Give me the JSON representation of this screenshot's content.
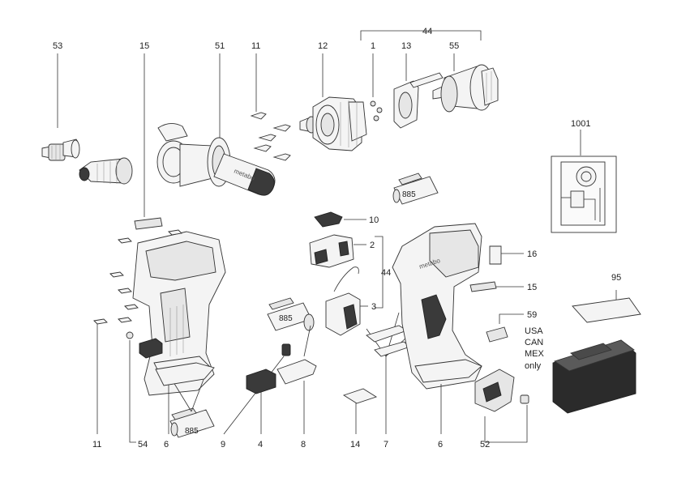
{
  "labels": {
    "l53": "53",
    "l15a": "15",
    "l51": "51",
    "l11a": "11",
    "l12": "12",
    "l1": "1",
    "l44a": "44",
    "l13": "13",
    "l55": "55",
    "l1001": "1001",
    "l10": "10",
    "l885a": "885",
    "l2": "2",
    "l44b": "44",
    "l3": "3",
    "l885b": "885",
    "l16": "16",
    "l15b": "15",
    "l95": "95",
    "l59": "59",
    "usa": "USA",
    "can": "CAN",
    "mex": "MEX",
    "only": "only",
    "l11b": "11",
    "l54": "54",
    "l6a": "6",
    "l885c": "885",
    "l9": "9",
    "l4": "4",
    "l8": "8",
    "l14": "14",
    "l7": "7",
    "l6b": "6",
    "l52": "52"
  },
  "logos": {
    "handle": "metabo",
    "housing": "metabo"
  },
  "colors": {
    "line": "#333333",
    "part_fill": "#f4f4f4",
    "dark_fill": "#3a3a3a",
    "battery_dark": "#2b2b2b"
  }
}
